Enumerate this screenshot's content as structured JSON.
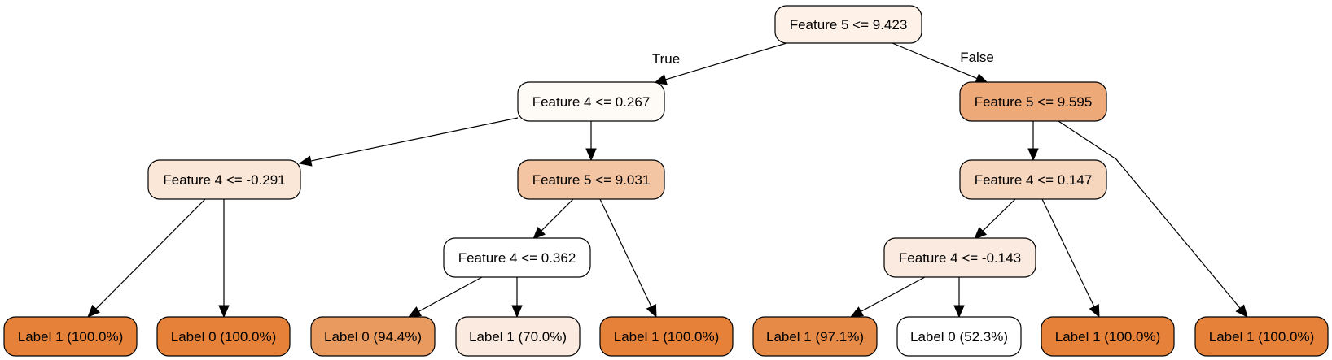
{
  "nodes": [
    {
      "id": "n0",
      "label": "Feature 5 <= 9.423",
      "fill": "#fdf1e8"
    },
    {
      "id": "n1",
      "label": "Feature 4 <= 0.267",
      "fill": "#fefaf6"
    },
    {
      "id": "n2",
      "label": "Feature 5 <= 9.595",
      "fill": "#eda978"
    },
    {
      "id": "n3",
      "label": "Feature 4 <= -0.291",
      "fill": "#fbe7d8"
    },
    {
      "id": "n4",
      "label": "Feature 5 <= 9.031",
      "fill": "#f3c5a2"
    },
    {
      "id": "n5",
      "label": "Feature 4 <= 0.147",
      "fill": "#f7d6be"
    },
    {
      "id": "n6",
      "label": "Feature 4 <= 0.362",
      "fill": "#ffffff"
    },
    {
      "id": "n7",
      "label": "Feature 4 <= -0.143",
      "fill": "#fbeadf"
    },
    {
      "id": "l1",
      "label": "Label 1 (100.0%)",
      "fill": "#e58139"
    },
    {
      "id": "l2",
      "label": "Label 0 (100.0%)",
      "fill": "#e58139"
    },
    {
      "id": "l3",
      "label": "Label 0 (94.4%)",
      "fill": "#e99a5e"
    },
    {
      "id": "l4",
      "label": "Label 1 (70.0%)",
      "fill": "#fbeadf"
    },
    {
      "id": "l5",
      "label": "Label 1 (100.0%)",
      "fill": "#e58139"
    },
    {
      "id": "l6",
      "label": "Label 1 (97.1%)",
      "fill": "#e68a48"
    },
    {
      "id": "l7",
      "label": "Label 0 (52.3%)",
      "fill": "#ffffff"
    },
    {
      "id": "l8",
      "label": "Label 1 (100.0%)",
      "fill": "#e58139"
    },
    {
      "id": "l9",
      "label": "Label 1 (100.0%)",
      "fill": "#e58139"
    }
  ],
  "edges": [
    {
      "from": "n0",
      "to": "n1",
      "label": "True"
    },
    {
      "from": "n0",
      "to": "n2",
      "label": "False"
    },
    {
      "from": "n1",
      "to": "n3"
    },
    {
      "from": "n1",
      "to": "n4"
    },
    {
      "from": "n2",
      "to": "n5"
    },
    {
      "from": "n2",
      "to": "l9"
    },
    {
      "from": "n3",
      "to": "l1"
    },
    {
      "from": "n3",
      "to": "l2"
    },
    {
      "from": "n4",
      "to": "n6"
    },
    {
      "from": "n4",
      "to": "l5"
    },
    {
      "from": "n5",
      "to": "n7"
    },
    {
      "from": "n5",
      "to": "l8"
    },
    {
      "from": "n6",
      "to": "l3"
    },
    {
      "from": "n6",
      "to": "l4"
    },
    {
      "from": "n7",
      "to": "l6"
    },
    {
      "from": "n7",
      "to": "l7"
    }
  ]
}
